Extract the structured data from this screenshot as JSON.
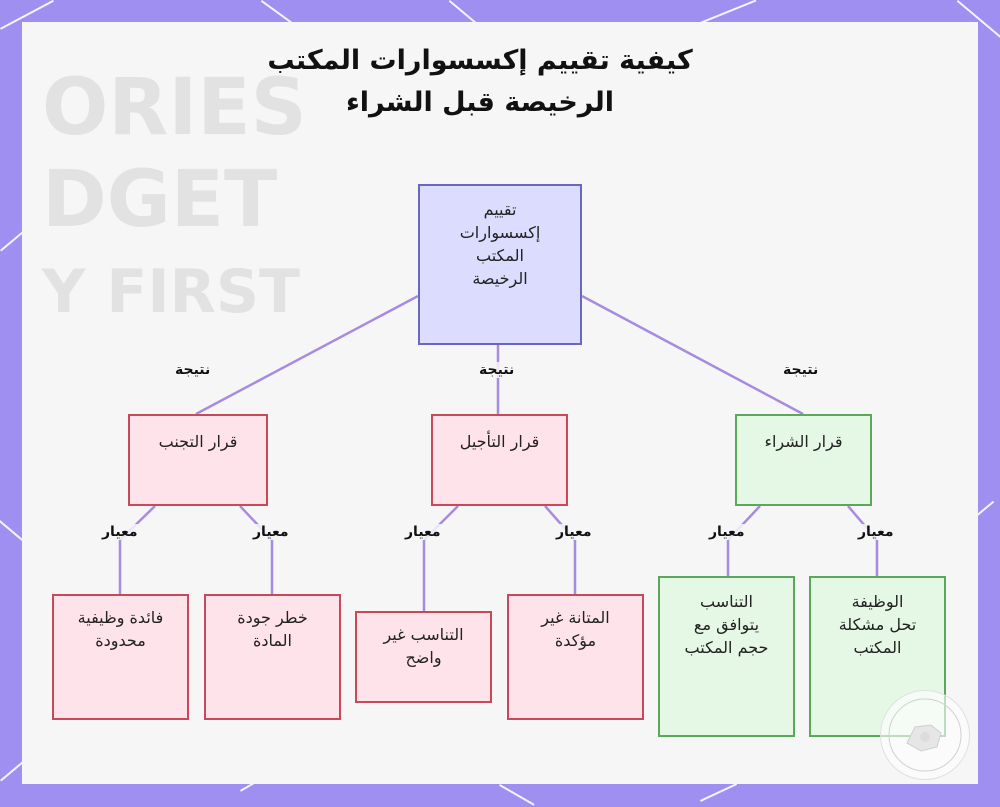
{
  "title": "كيفية تقييم إكسسوارات المكتب الرخيصة قبل الشراء",
  "background": {
    "line1": "ORIES",
    "line2": "DGET",
    "line3": "Y FIRST"
  },
  "colors": {
    "frame": "#9f8ff0",
    "root_fill": "#dcdcff",
    "root_stroke": "#6a66c2",
    "red_fill": "#ffe3ea",
    "red_stroke": "#c9495b",
    "green_fill": "#e5f7e5",
    "green_stroke": "#5aa85a",
    "edge": "#a78be0"
  },
  "nodes": {
    "root": "تقييم إكسسوارات المكتب الرخيصة",
    "avoid": "قرار التجنب",
    "postpone": "قرار التأجيل",
    "buy": "قرار الشراء",
    "limited_benefit": "فائدة وظيفية محدودة",
    "quality_risk": "خطر جودة المادة",
    "fit_unclear": "التناسب غير واضح",
    "durability_unsure": "المتانة غير مؤكدة",
    "fit_desk": "التناسب يتوافق مع حجم المكتب",
    "function_solves": "الوظيفة تحل مشكلة المكتب"
  },
  "edge_labels": {
    "result": "نتيجة",
    "criterion": "معيار"
  },
  "icons": {
    "logo": "brand-logo-icon"
  }
}
